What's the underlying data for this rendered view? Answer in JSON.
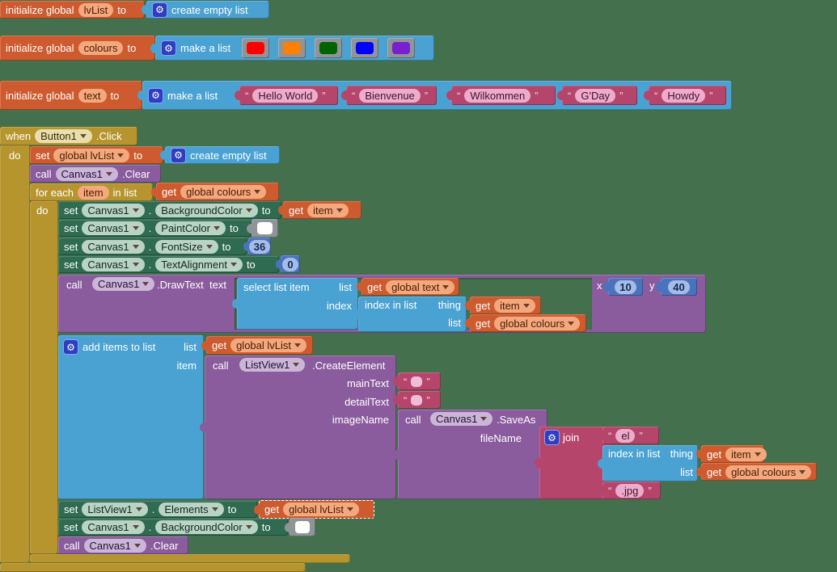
{
  "workspace": {
    "bg": "#44704E"
  },
  "punct": {
    "dot": ".",
    "quote_open": "“",
    "quote_close": "”"
  },
  "icons": {
    "gear": "⚙"
  },
  "colors": {
    "red": "#FF0000",
    "orange": "#FF8000",
    "dark_green": "#006400",
    "blue": "#0000FF",
    "purple": "#7A1FD0",
    "white": "#FFFFFF"
  },
  "init_lvlist": {
    "kw_init": "initialize global",
    "name": "lvList",
    "kw_to": "to",
    "value_label": "create empty list"
  },
  "init_colours": {
    "kw_init": "initialize global",
    "name": "colours",
    "kw_to": "to",
    "value_label": "make a list"
  },
  "init_text": {
    "kw_init": "initialize global",
    "name": "text",
    "kw_to": "to",
    "value_label": "make a list",
    "items": [
      "Hello World",
      "Bienvenue",
      "Wilkommen",
      "G'Day",
      "Howdy"
    ]
  },
  "when_click": {
    "kw_when": "when",
    "component": "Button1",
    "event": ".Click",
    "kw_do": "do"
  },
  "set_global_lvlist": {
    "kw_set": "set",
    "variable": "global lvList",
    "kw_to": "to",
    "value_label": "create empty list"
  },
  "call_canvas_clear": {
    "kw_call": "call",
    "component": "Canvas1",
    "method": ".Clear"
  },
  "for_each": {
    "kw_for_each": "for each",
    "variable": "item",
    "kw_in_list": "in list",
    "kw_do": "do"
  },
  "get_global_colours": {
    "kw_get": "get",
    "variable": "global colours"
  },
  "get_item": {
    "kw_get": "get",
    "variable": "item"
  },
  "get_global_text": {
    "kw_get": "get",
    "variable": "global text"
  },
  "get_global_lvlist": {
    "kw_get": "get",
    "variable": "global lvList"
  },
  "set_background_color": {
    "kw_set": "set",
    "component": "Canvas1",
    "property": "BackgroundColor",
    "kw_to": "to"
  },
  "set_paint_color": {
    "kw_set": "set",
    "component": "Canvas1",
    "property": "PaintColor",
    "kw_to": "to"
  },
  "set_font_size": {
    "kw_set": "set",
    "component": "Canvas1",
    "property": "FontSize",
    "kw_to": "to",
    "value": "36"
  },
  "set_text_alignment": {
    "kw_set": "set",
    "component": "Canvas1",
    "property": "TextAlignment",
    "kw_to": "to",
    "value": "0"
  },
  "draw_text": {
    "kw_call": "call",
    "component": "Canvas1",
    "method": ".DrawText",
    "arg_text": "text",
    "arg_x": "x",
    "x_value": "10",
    "arg_y": "y",
    "y_value": "40"
  },
  "select_list_item": {
    "label": "select list item",
    "arg_list": "list",
    "arg_index": "index"
  },
  "index_in_list": {
    "label": "index in list",
    "arg_thing": "thing",
    "arg_list": "list"
  },
  "add_items_to_list": {
    "label": "add items to list",
    "arg_list": "list",
    "arg_item": "item"
  },
  "create_element": {
    "kw_call": "call",
    "component": "ListView1",
    "method": ".CreateElement",
    "arg_main_text": "mainText",
    "arg_detail_text": "detailText",
    "arg_image_name": "imageName",
    "main_text_value": "",
    "detail_text_value": ""
  },
  "save_as": {
    "kw_call": "call",
    "component": "Canvas1",
    "method": ".SaveAs",
    "arg_file_name": "fileName"
  },
  "join": {
    "label": "join",
    "part1": "el",
    "part3": ".jpg"
  },
  "set_elements": {
    "kw_set": "set",
    "component": "ListView1",
    "property": "Elements",
    "kw_to": "to"
  },
  "call_canvas_clear_2": {
    "kw_call": "call",
    "component": "Canvas1",
    "method": ".Clear"
  }
}
